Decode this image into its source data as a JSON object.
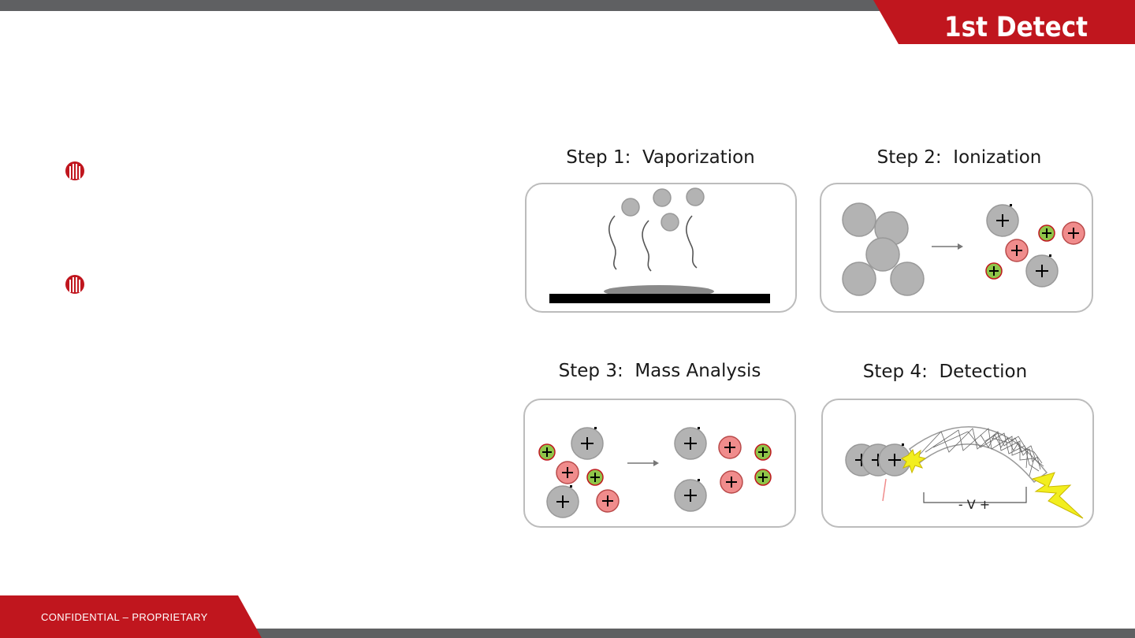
{
  "brand": {
    "logo_text": "1st Detect"
  },
  "footer": {
    "label": "CONFIDENTIAL – PROPRIETARY"
  },
  "bullets": [
    {
      "icon": "brand-mark-icon"
    },
    {
      "icon": "brand-mark-icon"
    }
  ],
  "steps": [
    {
      "title": "Step 1:  Vaporization"
    },
    {
      "title": "Step 2:  Ionization"
    },
    {
      "title": "Step 3:  Mass Analysis"
    },
    {
      "title": "Step 4:  Detection"
    }
  ],
  "detector": {
    "voltage_label": "-  V  +"
  },
  "colors": {
    "brand_red": "#c0161e",
    "bar_gray": "#5f6062",
    "molecule_gray": "#b3b3b3",
    "ion_red": "#f08c8c",
    "ion_green": "#8fc549",
    "flash_yellow": "#f2ee1e"
  }
}
